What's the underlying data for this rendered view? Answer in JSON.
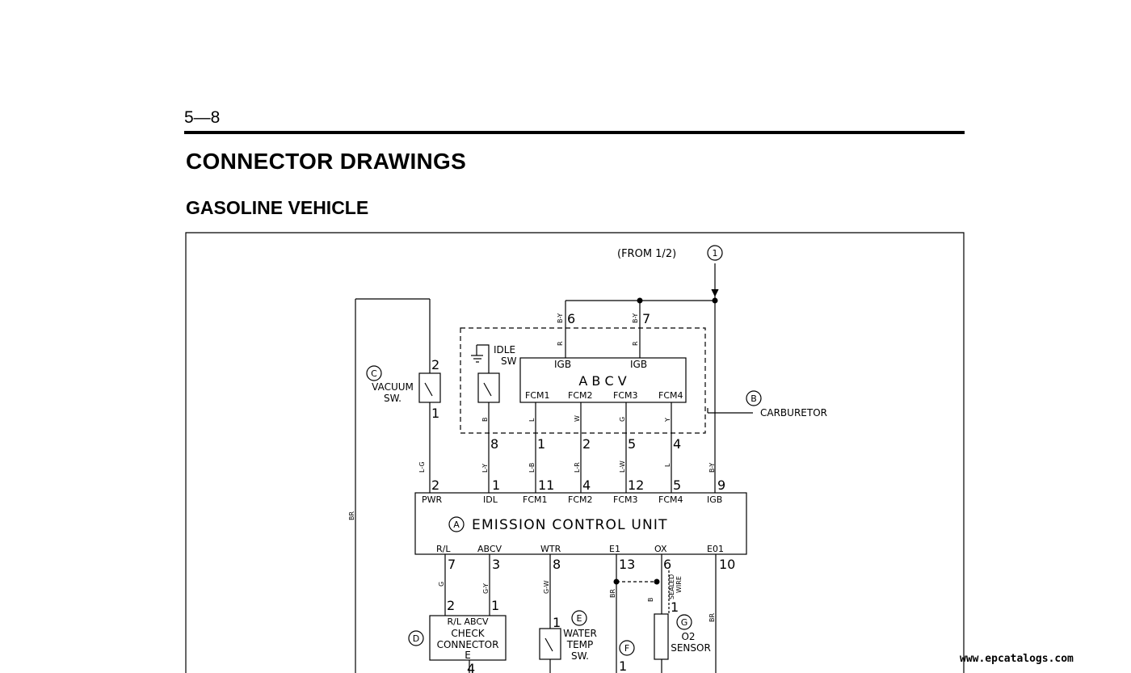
{
  "header": {
    "page_number": "5—8",
    "title": "CONNECTOR DRAWINGS",
    "subtitle": "GASOLINE VEHICLE"
  },
  "watermark": "www.epcatalogs.com",
  "diagram": {
    "from_label": "(FROM 1/2)",
    "from_marker": "1",
    "carburetor": {
      "marker": "B",
      "label": "CARBURETOR"
    },
    "idle_sw": [
      "IDLE",
      "SW"
    ],
    "vacuum_sw": {
      "marker": "C",
      "lines": [
        "VACUUM",
        "SW."
      ]
    },
    "carb_box": {
      "igb_left": "IGB",
      "igb_right": "IGB",
      "abcv": "A B C V",
      "fcm": [
        "FCM1",
        "FCM2",
        "FCM3",
        "FCM4"
      ]
    },
    "ecu": {
      "marker": "A",
      "title": "EMISSION CONTROL UNIT",
      "top_pins": [
        "PWR",
        "IDL",
        "FCM1",
        "FCM2",
        "FCM3",
        "FCM4",
        "IGB"
      ],
      "top_nums": [
        "2",
        "1",
        "11",
        "4",
        "12",
        "5",
        "9"
      ],
      "bottom_pins": [
        "R/L",
        "ABCV",
        "WTR",
        "E1",
        "OX",
        "E01"
      ],
      "bottom_nums": [
        "7",
        "3",
        "8",
        "13",
        "6",
        "10"
      ]
    },
    "carb_pins": [
      "6",
      "7",
      "8",
      "1",
      "2",
      "5",
      "4"
    ],
    "vacuum_pins": [
      "2",
      "1"
    ],
    "wire_colors": {
      "b_y_6": "B-Y",
      "b_y_7": "B-Y",
      "r_6": "R",
      "r_7": "R",
      "idle_b": "B",
      "fcm1": "L",
      "fcm2": "W",
      "fcm3": "G",
      "fcm4": "Y",
      "pwr": "L-G",
      "idl": "L-Y",
      "fcm1_ecu": "L-B",
      "fcm2_ecu": "L-R",
      "fcm3_ecu": "L-W",
      "fcm4_ecu": "L",
      "igb_ecu": "B-Y",
      "br_left": "BR",
      "rl": "G",
      "abcv": "G-Y",
      "wtr": "G-W",
      "e1": "BR",
      "ox": "B",
      "e01": "BR"
    },
    "check_connector": {
      "marker": "D",
      "top": "R/L ABCV",
      "lines": [
        "CHECK",
        "CONNECTOR",
        "E"
      ],
      "pins": [
        "2",
        "1",
        "4"
      ]
    },
    "water_temp": {
      "marker": "E",
      "lines": [
        "WATER",
        "TEMP",
        "SW."
      ],
      "pin": "1"
    },
    "ground_f": {
      "marker": "F",
      "pin": "1"
    },
    "o2_sensor": {
      "marker": "G",
      "lines": [
        "O2",
        "SENSOR"
      ],
      "sealed": [
        "SEALED",
        "WIRE"
      ],
      "pin": "1"
    }
  }
}
